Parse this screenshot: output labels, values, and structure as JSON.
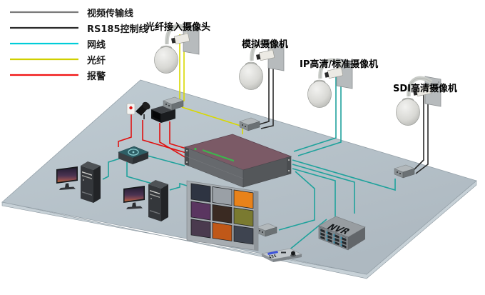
{
  "legend": {
    "items": [
      {
        "label": "视频传输线",
        "color": "#7b7b7b"
      },
      {
        "label": "RS185控制线",
        "color": "#2b2b2b"
      },
      {
        "label": "网线",
        "color": "#00cdd9"
      },
      {
        "label": "光纤",
        "color": "#d0d000"
      },
      {
        "label": "报警",
        "color": "#f01414"
      }
    ]
  },
  "labels": {
    "fiber_camera": "光纤接入摄像头",
    "analog_camera": "模拟摄像机",
    "ip_camera": "IP高清/标准摄像机",
    "sdi_camera": "SDI高清摄像机"
  },
  "nvr": {
    "label": "NVR"
  },
  "colors": {
    "platform": "#b5c1c9",
    "platform_edge": "#c7d1d7",
    "platform_border": "#96a2aa",
    "cable_video": "#2a2a2a",
    "cable_network": "#1fa29c",
    "cable_fiber": "#d8d800",
    "cable_alarm": "#e01212",
    "cable_av_green": "#22c41e",
    "matrix_top": "#7b5a66",
    "nvr_bay": "#3f9ab8",
    "monitor_top": "#241d33",
    "monitor_bottom": "#c06a38"
  },
  "videowall": {
    "screens": [
      "#2e3442",
      "#9aa0a6",
      "#e8821a",
      "#5a3560",
      "#3a2a22",
      "#7a7a30",
      "#4a3a4e",
      "#c05818",
      "#3e4450"
    ]
  }
}
